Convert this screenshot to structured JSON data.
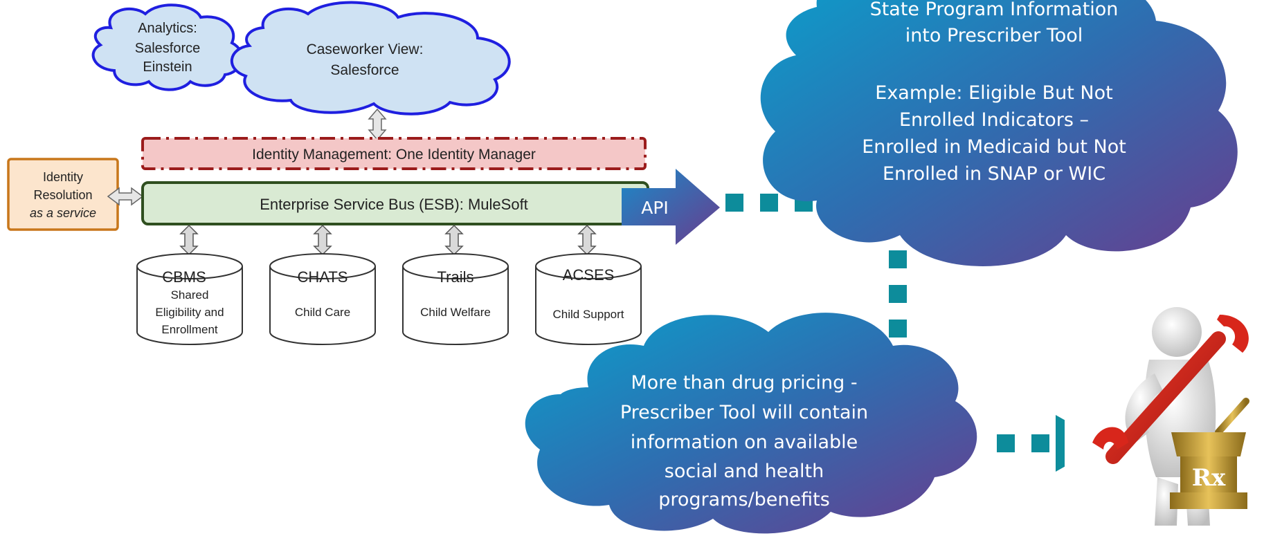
{
  "analytics_cloud": {
    "line1": "Analytics:",
    "line2": "Salesforce",
    "line3": "Einstein"
  },
  "caseworker_cloud": {
    "line1": "Caseworker View:",
    "line2": "Salesforce"
  },
  "identity_management": {
    "label": "Identity Management: One Identity Manager"
  },
  "identity_resolution": {
    "line1": "Identity",
    "line2": "Resolution",
    "line3": "as a service"
  },
  "esb": {
    "label": "Enterprise Service Bus (ESB): MuleSoft"
  },
  "api_arrow": {
    "label": "API"
  },
  "databases": [
    {
      "name": "CBMS",
      "desc1": "Shared",
      "desc2": "Eligibility and",
      "desc3": "Enrollment"
    },
    {
      "name": "CHATS",
      "desc1": "Child Care"
    },
    {
      "name": "Trails",
      "desc1": "Child Welfare"
    },
    {
      "name": "ACSES",
      "desc1": "Child Support"
    }
  ],
  "state_cloud": {
    "line1": "State Program Information",
    "line2": "into Prescriber Tool",
    "line3": "Example:  Eligible But Not",
    "line4": "Enrolled Indicators –",
    "line5": "Enrolled in Medicaid but Not",
    "line6": "Enrolled in SNAP or WIC"
  },
  "prescriber_cloud": {
    "line1": "More than drug pricing  -",
    "line2": "Prescriber Tool will contain",
    "line3": "information on available",
    "line4": "social and health",
    "line5": "programs/benefits"
  },
  "rx_figure": {
    "label": "Rx"
  },
  "colors": {
    "light_cloud_fill": "#cfe2f3",
    "light_cloud_stroke": "#1f1fe0",
    "idm_fill": "#f4c7c7",
    "idm_stroke": "#9b1c1c",
    "esb_fill": "#d9ead3",
    "esb_stroke": "#2f4f1f",
    "idres_fill": "#fce5cd",
    "idres_stroke": "#c8771b",
    "teal": "#0e8a9a",
    "gradient_start": "#0a9cc9",
    "gradient_end": "#6b3c8e"
  }
}
